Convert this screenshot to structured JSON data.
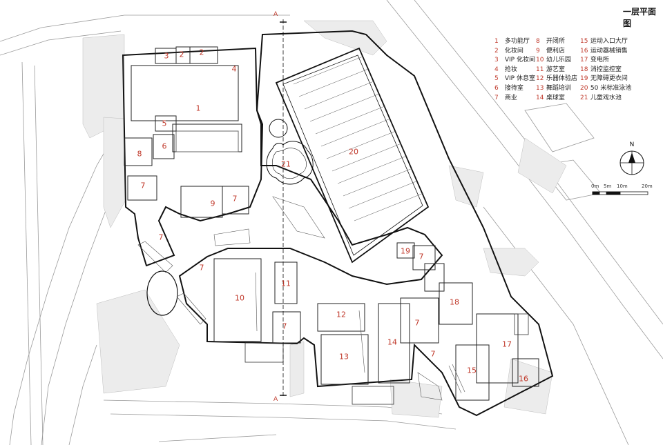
{
  "title": "一层平面图",
  "section_marker": "A",
  "north_label": "N",
  "scale_labels": [
    "0m",
    "5m",
    "10m",
    "20m"
  ],
  "legend": [
    {
      "num": "1",
      "label": "多功能厅"
    },
    {
      "num": "2",
      "label": "化妆间"
    },
    {
      "num": "3",
      "label": "VIP 化妆间"
    },
    {
      "num": "4",
      "label": "抢妆"
    },
    {
      "num": "5",
      "label": "VIP 休息室"
    },
    {
      "num": "6",
      "label": "接待室"
    },
    {
      "num": "7",
      "label": "商业"
    },
    {
      "num": "8",
      "label": "开闭所"
    },
    {
      "num": "9",
      "label": "便利店"
    },
    {
      "num": "10",
      "label": "幼儿乐园"
    },
    {
      "num": "11",
      "label": "游艺室"
    },
    {
      "num": "12",
      "label": "乐器体验店"
    },
    {
      "num": "13",
      "label": "舞蹈培训"
    },
    {
      "num": "14",
      "label": "桌球室"
    },
    {
      "num": "15",
      "label": "运动入口大厅"
    },
    {
      "num": "16",
      "label": "运动器械销售"
    },
    {
      "num": "17",
      "label": "变电所"
    },
    {
      "num": "18",
      "label": "消控监控室"
    },
    {
      "num": "19",
      "label": "无障碍更衣间"
    },
    {
      "num": "20",
      "label": "50 米标准泳池"
    },
    {
      "num": "21",
      "label": "儿童戏水池"
    }
  ],
  "room_labels": [
    "1",
    "2",
    "2",
    "3",
    "4",
    "5",
    "6",
    "7",
    "7",
    "7",
    "7",
    "7",
    "7",
    "7",
    "7",
    "8",
    "9",
    "10",
    "11",
    "12",
    "13",
    "14",
    "15",
    "16",
    "17",
    "18",
    "19",
    "20",
    "21"
  ]
}
